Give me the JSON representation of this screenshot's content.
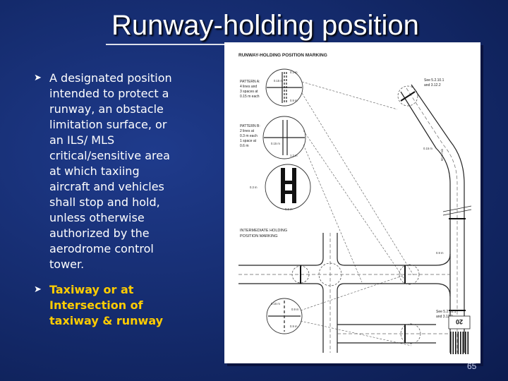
{
  "slide": {
    "title": "Runway-holding position",
    "page_number": "65"
  },
  "bullets": [
    {
      "text": "A designated position intended to protect a runway, an obstacle limitation surface, or an ILS/ MLS critical/sensitive area at which taxiing aircraft and vehicles shall stop and hold, unless otherwise authorized by the aerodrome control tower."
    },
    {
      "text": "Taxiway or at Intersection of taxiway & runway"
    }
  ],
  "figure": {
    "heading": "RUNWAY-HOLDING POSITION MARKING",
    "pattern_a_label": [
      "PATTERN A:",
      "4 lines and",
      "3 spaces at",
      "0.15 m each"
    ],
    "pattern_b_label": [
      "PATTERN B:",
      "2 lines at",
      "0.3 m each",
      "1 space at",
      "0.6 m"
    ],
    "intermediate_label": [
      "INTERMEDIATE HOLDING",
      "POSITION MARKING"
    ],
    "see_ref_1": [
      "See 5.2.10.1",
      "and 3.12.2"
    ],
    "see_ref_2": [
      "See 5.2.10.1",
      "and 3.12.2"
    ],
    "runway_number": "20",
    "dims": {
      "d_015": "0.15 m",
      "d_030": "0.3 m",
      "d_09": "0.9 m",
      "d_06": "0.6 m",
      "d_60": "60 m min",
      "d_12": "1.2 m",
      "d_015b": "0.15 m",
      "d_09b": "0.9 m",
      "d_015c": "0.15 m",
      "d_03c": "0.3 m",
      "d_09c": "0.9 m",
      "d_09d": "0.9 m",
      "d_09e": "0.9 m"
    }
  }
}
